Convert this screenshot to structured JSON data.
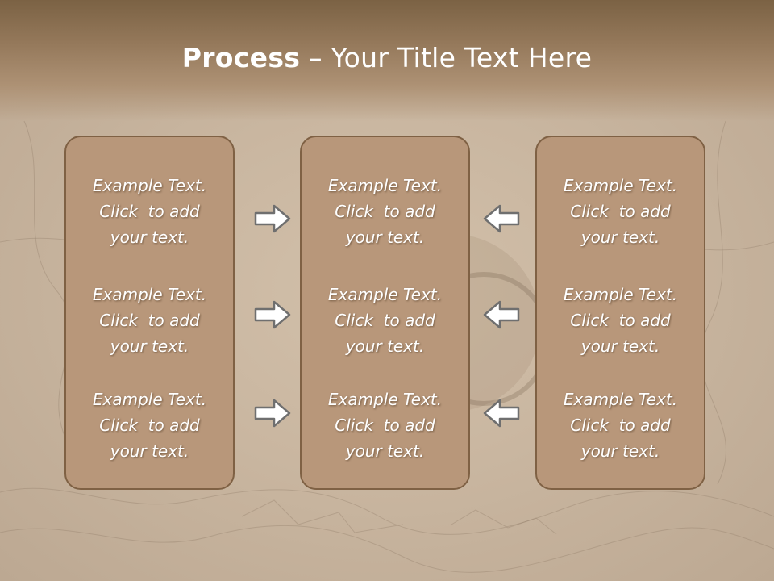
{
  "title": {
    "bold": "Process",
    "rest": " – Your Title Text Here"
  },
  "columns": [
    {
      "items": [
        {
          "line1": "Example Text.",
          "line2": "Click  to add",
          "line3": "your text."
        },
        {
          "line1": "Example Text.",
          "line2": "Click  to add",
          "line3": "your text."
        },
        {
          "line1": "Example Text.",
          "line2": "Click  to add",
          "line3": "your text."
        }
      ]
    },
    {
      "items": [
        {
          "line1": "Example Text.",
          "line2": "Click  to add",
          "line3": "your text."
        },
        {
          "line1": "Example Text.",
          "line2": "Click  to add",
          "line3": "your text."
        },
        {
          "line1": "Example Text.",
          "line2": "Click  to add",
          "line3": "your text."
        }
      ]
    },
    {
      "items": [
        {
          "line1": "Example Text.",
          "line2": "Click  to add",
          "line3": "your text."
        },
        {
          "line1": "Example Text.",
          "line2": "Click  to add",
          "line3": "your text."
        },
        {
          "line1": "Example Text.",
          "line2": "Click  to add",
          "line3": "your text."
        }
      ]
    }
  ],
  "colors": {
    "box_fill": "#b8977a",
    "box_border": "#7f6144",
    "header": "#7b6244",
    "arrow_stroke": "#6f6f6f"
  },
  "icons": {
    "left_arrows": "arrow-right-icon",
    "right_arrows": "arrow-left-icon"
  }
}
